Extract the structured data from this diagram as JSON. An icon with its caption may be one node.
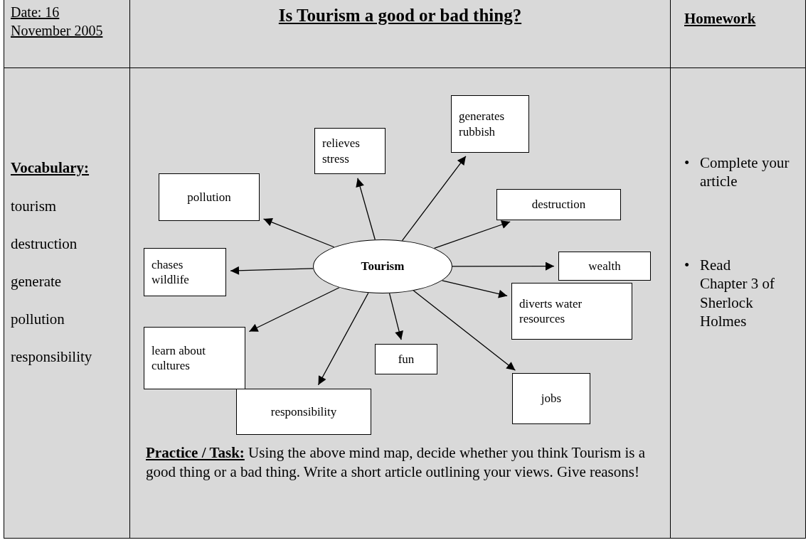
{
  "diagram": {
    "title": "Is Tourism a good or bad thing?",
    "nodes": [
      {
        "text": [
          "Tourism"
        ]
      },
      {
        "text": [
          "generates rubbish"
        ]
      },
      {
        "text": [
          "relieves stress"
        ]
      },
      {
        "text": [
          "pollution"
        ]
      },
      {
        "text": [
          "destruction"
        ]
      },
      {
        "text": [
          "chases wildlife"
        ]
      },
      {
        "text": [
          "wealth"
        ]
      },
      {
        "text": [
          "diverts water resources"
        ]
      },
      {
        "text": [
          "learn about cultures"
        ]
      },
      {
        "text": [
          "fun"
        ]
      },
      {
        "text": [
          "jobs"
        ]
      },
      {
        "text": [
          "responsibility"
        ]
      }
    ],
    "edges": [
      {
        "from": 0,
        "to": 1,
        "arrow": "to"
      },
      {
        "from": 0,
        "to": 2,
        "arrow": "to"
      },
      {
        "from": 0,
        "to": 3,
        "arrow": "to"
      },
      {
        "from": 0,
        "to": 4,
        "arrow": "to"
      },
      {
        "from": 0,
        "to": 5,
        "arrow": "to"
      },
      {
        "from": 0,
        "to": 6,
        "arrow": "to"
      },
      {
        "from": 0,
        "to": 7,
        "arrow": "to"
      },
      {
        "from": 0,
        "to": 8,
        "arrow": "to"
      },
      {
        "from": 0,
        "to": 9,
        "arrow": "to"
      },
      {
        "from": 0,
        "to": 10,
        "arrow": "to"
      },
      {
        "from": 0,
        "to": 11,
        "arrow": "to"
      }
    ],
    "labels": [
      "Date: 16 November 2005",
      "Homework",
      "Vocabulary:",
      "tourism",
      "destruction",
      "generate",
      "pollution",
      "responsibility",
      "•",
      "Complete your article",
      "•",
      "Read Chapter 3 of Sherlock Holmes",
      "**Practice / Task:** Using the above mind map, decide whether you think Tourism is a good thing or a bad thing. Write a short article outlining your views. Give reasons!"
    ]
  }
}
